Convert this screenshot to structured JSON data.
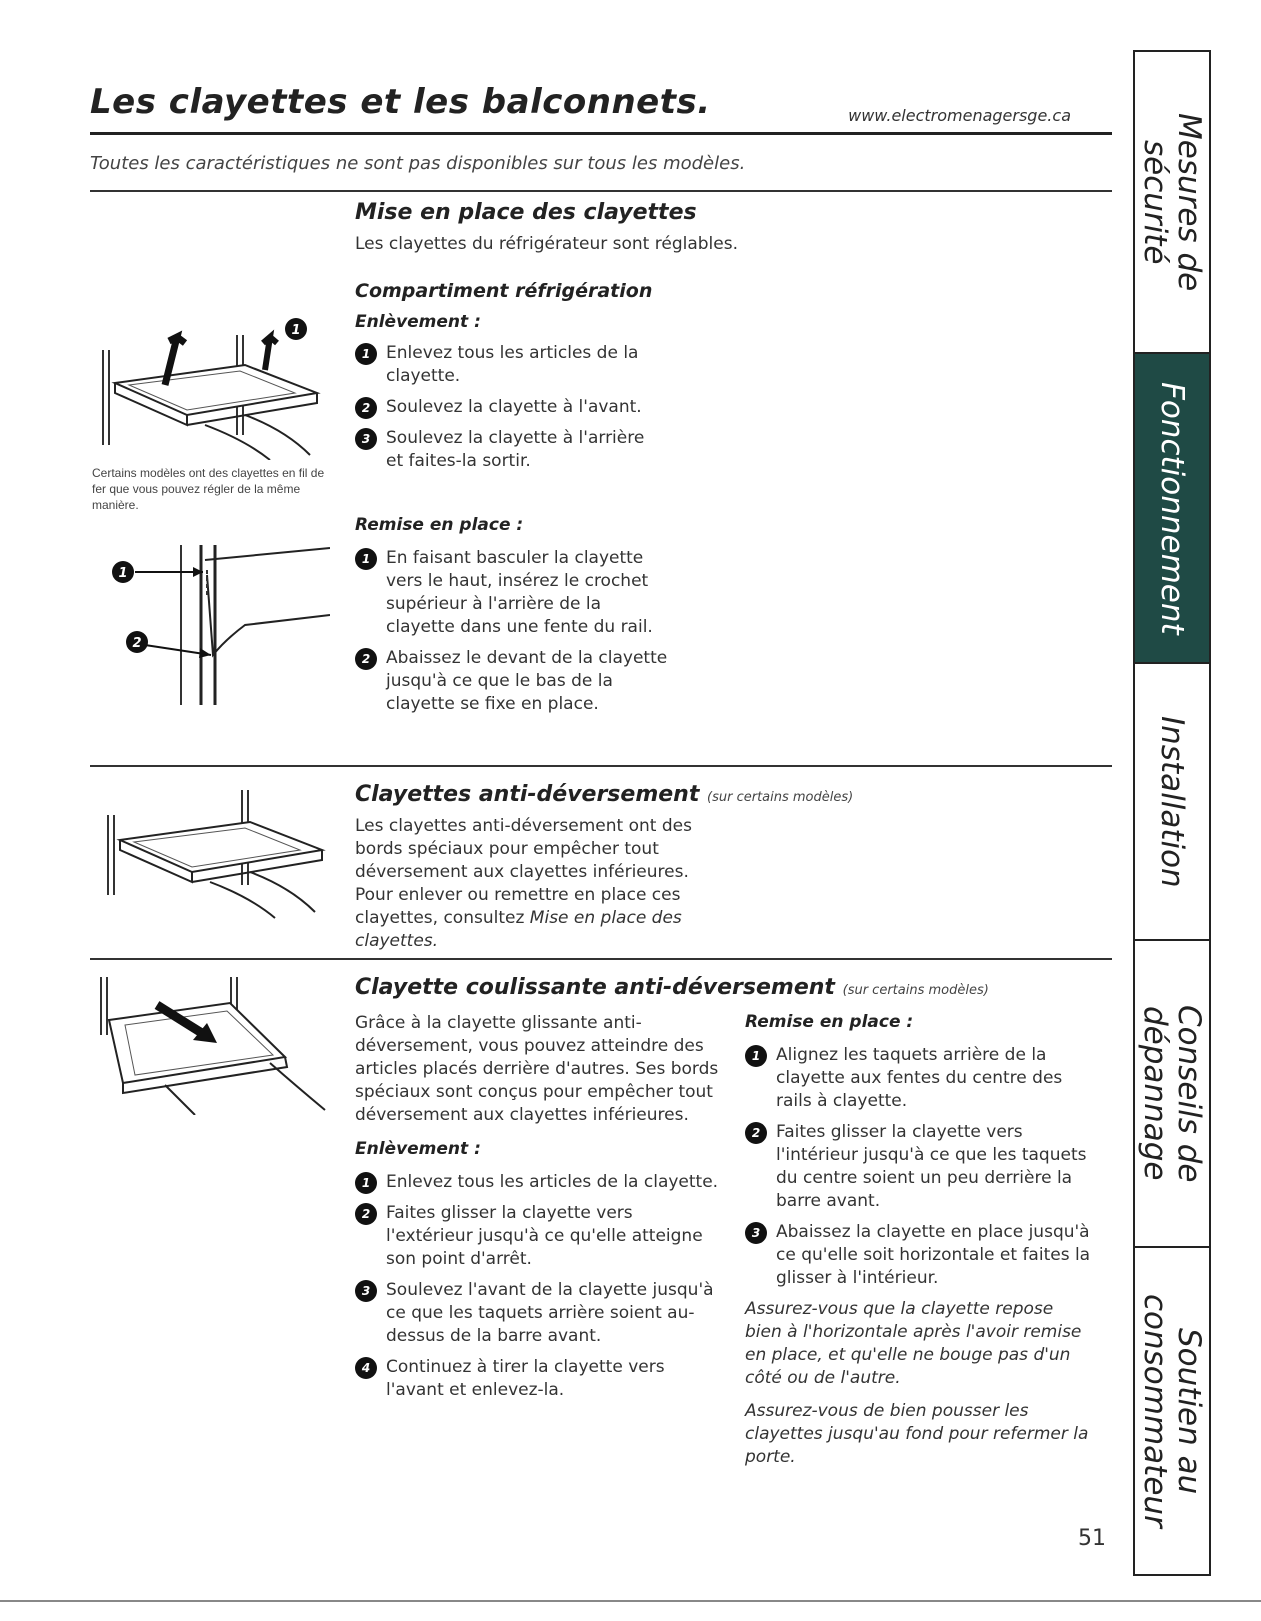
{
  "header": {
    "title": "Les clayettes et les balconnets.",
    "url": "www.electromenagersge.ca",
    "subtitle": "Toutes les caractéristiques ne sont pas disponibles sur tous les modèles."
  },
  "section1": {
    "heading": "Mise en place des clayettes",
    "intro": "Les clayettes du réfrigérateur sont réglables.",
    "subheading": "Compartiment réfrigération",
    "removal_label": "Enlèvement :",
    "removal_steps": [
      "Enlevez tous les articles de la clayette.",
      "Soulevez la clayette à l'avant.",
      "Soulevez la clayette à l'arrière et faites-la sortir."
    ],
    "replace_label": "Remise en place :",
    "replace_steps": [
      "En faisant basculer la clayette vers le haut, insérez le crochet supérieur à l'arrière de la clayette dans une fente du rail.",
      "Abaissez le devant de la clayette jusqu'à ce que le bas de la clayette se fixe en place."
    ],
    "caption": "Certains modèles ont des clayettes en fil de fer que vous pouvez régler de la même manière."
  },
  "section2": {
    "heading": "Clayettes anti-déversement",
    "note": "(sur certains modèles)",
    "body": "Les clayettes anti-déversement ont des bords spéciaux pour empêcher tout déversement aux clayettes inférieures. Pour enlever ou remettre en place ces clayettes, consultez",
    "body_ref": "Mise en place des clayettes."
  },
  "section3": {
    "heading": "Clayette coulissante anti-déversement",
    "note": "(sur certains modèles)",
    "intro": "Grâce à la clayette glissante anti-déversement, vous pouvez atteindre des articles placés derrière d'autres. Ses bords spéciaux sont conçus pour empêcher tout déversement aux clayettes inférieures.",
    "removal_label": "Enlèvement :",
    "removal_steps": [
      "Enlevez tous les articles de la clayette.",
      "Faites glisser la clayette vers l'extérieur jusqu'à ce qu'elle atteigne son point d'arrêt.",
      "Soulevez l'avant de la clayette jusqu'à ce que les taquets arrière soient au-dessus de la barre avant.",
      "Continuez à tirer la clayette vers l'avant et enlevez-la."
    ],
    "replace_label": "Remise en place :",
    "replace_steps": [
      "Alignez les taquets arrière de la clayette aux fentes du centre des rails à clayette.",
      "Faites glisser la clayette vers l'intérieur jusqu'à ce que les taquets du centre soient un peu derrière la barre avant.",
      "Abaissez la clayette en place jusqu'à ce qu'elle soit horizontale et faites la glisser à l'intérieur."
    ],
    "note1": "Assurez-vous que la clayette repose bien à l'horizontale après l'avoir remise en place, et qu'elle ne bouge pas d'un côté ou de l'autre.",
    "note2": "Assurez-vous de bien pousser les clayettes jusqu'au fond pour refermer la porte."
  },
  "step_numbers": [
    "1",
    "2",
    "3",
    "4"
  ],
  "sidebar": {
    "tabs": [
      {
        "label": "Mesures de sécurité",
        "active": false
      },
      {
        "label": "Fonctionnement",
        "active": true
      },
      {
        "label": "Installation",
        "active": false
      },
      {
        "label": "Conseils de dépannage",
        "active": false
      },
      {
        "label": "Soutien au consommateur",
        "active": false
      }
    ],
    "active_color": "#1f4a45"
  },
  "page_number": "51"
}
